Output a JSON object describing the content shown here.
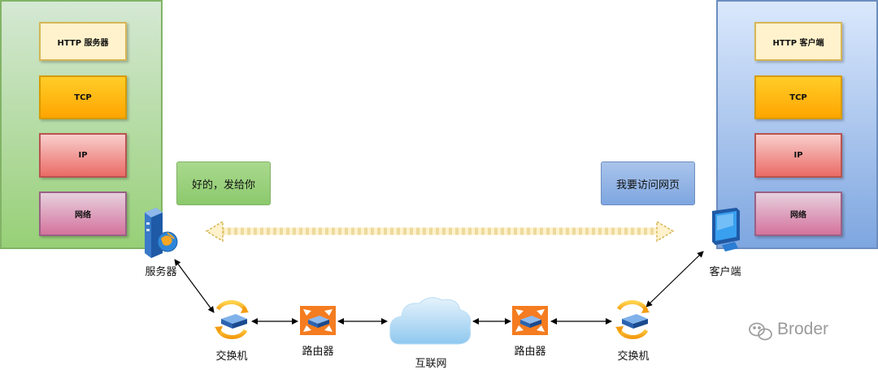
{
  "server_stack": {
    "layers": [
      "HTTP 服务器",
      "TCP",
      "IP",
      "网络"
    ]
  },
  "client_stack": {
    "layers": [
      "HTTP 客户端",
      "TCP",
      "IP",
      "网络"
    ]
  },
  "bubbles": {
    "server_reply": "好的，发给你",
    "client_request": "我要访问网页"
  },
  "nodes": {
    "server": "服务器",
    "client": "客户端",
    "switch_left": "交换机",
    "router_left": "路由器",
    "internet": "互联网",
    "router_right": "路由器",
    "switch_right": "交换机"
  },
  "watermark": "Broder",
  "colors": {
    "server_panel": "#97d077",
    "client_panel": "#7ea6e0",
    "http_layer": "#fff2cc",
    "tcp_layer": "#ffcd28",
    "ip_layer": "#ea6b66",
    "net_layer": "#d5739d",
    "device_orange": "#f57c20",
    "device_blue": "#2b7cd3"
  },
  "icons": [
    "server-icon",
    "computer-icon",
    "switch-icon",
    "router-icon",
    "cloud-icon",
    "wechat-icon"
  ]
}
